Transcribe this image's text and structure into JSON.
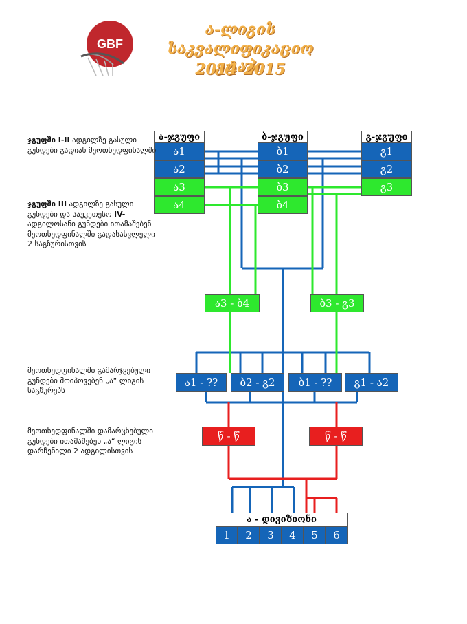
{
  "header": {
    "logo_text": "GBF",
    "title_line1": "ა-ლიგის",
    "title_line2": "საკვალიფიკაციო ეტაპი",
    "title_line3": "2014-2015"
  },
  "notes": {
    "n1_bold": "ჯგუფში I-II",
    "n1_text": "ადგილზე გასული გუნდები გადიან მეოთხედფინალში",
    "n2_bold": "ჯგუფში III",
    "n2_text": "ადგილზე გასული გუნდები და საუკეთესო",
    "n2_bold2": "IV-",
    "n2_text2": "ადგილოსანი გუნდები ითამაშებენ მეოთხედფინალში გადასასვლელი 2 საგზურისთვის",
    "n3_text": "მეოთხედფინალში გამარჯვებული გუნდები მოიპოვებენ „ა“ ლიგის საგზურებს",
    "n4_text": "მეოთხედფინალში დამარცხებული გუნდები ითამაშებენ „ა“ ლიგის დარჩენილი 2 ადგილისთვის"
  },
  "groups": [
    {
      "header": "ა-ჯგუფი",
      "teams": [
        "ა1",
        "ა2",
        "ა3",
        "ა4"
      ]
    },
    {
      "header": "ბ-ჯგუფი",
      "teams": [
        "ბ1",
        "ბ2",
        "ბ3",
        "ბ4"
      ]
    },
    {
      "header": "გ-ჯგუფი",
      "teams": [
        "გ1",
        "გ2",
        "გ3"
      ]
    }
  ],
  "playoffs": [
    "ა3 - ბ4",
    "ბ3 - გ3"
  ],
  "quarterfinals": [
    "ა1 - ??",
    "ბ2 - გ2",
    "ბ1 - ??",
    "გ1 - ა2"
  ],
  "consolation": [
    "წ - წ",
    "წ - წ"
  ],
  "division": {
    "header": "ა - დივიზიონი",
    "slots": [
      "1",
      "2",
      "3",
      "4",
      "5",
      "6"
    ]
  },
  "colors": {
    "blue": "#1565b8",
    "green": "#2ee82e",
    "red": "#e81f1f",
    "title": "#f2b14a"
  }
}
